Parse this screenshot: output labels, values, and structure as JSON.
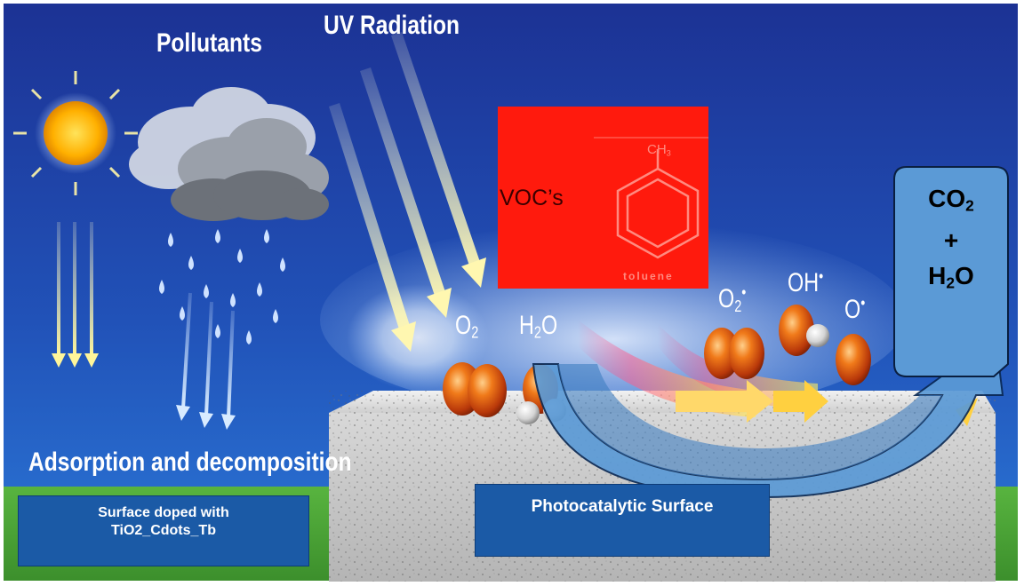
{
  "labels": {
    "pollutants": "Pollutants",
    "uv": "UV Radiation",
    "adsorption": "Adsorption and decomposition",
    "vocs": "VOC’s",
    "molecule_group": "CH",
    "molecule_group_sub": "3",
    "molecule_name": "toluene"
  },
  "species": {
    "o2": {
      "base": "O",
      "sub": "2"
    },
    "h2o": {
      "base": "H",
      "sub": "2",
      "tail": "O"
    },
    "o2_radical": {
      "base": "O",
      "sub": "2",
      "sup": "•"
    },
    "oh_radical": {
      "base": "OH",
      "sup": "•"
    },
    "o_radical": {
      "base": "O",
      "sup": "•"
    }
  },
  "product": {
    "line1": {
      "base": "CO",
      "sub": "2"
    },
    "plus": "+",
    "line2": {
      "base": "H",
      "sub": "2",
      "tail": "O"
    }
  },
  "boxes": {
    "doped_line1": "Surface doped with",
    "doped_line2": "TiO2_Cdots_Tb",
    "surface": "Photocatalytic Surface"
  },
  "colors": {
    "sky_top": "#1c3a9a",
    "sky_bottom": "#2a6ad0",
    "voc_red": "#ff1a0d",
    "box_blue": "#1b5aa6",
    "arrow_blue": "#5b9ad6",
    "grass": "#4fa83a"
  },
  "icons": [
    "sun-icon",
    "cloud-icon",
    "rain-icon",
    "uv-ray-icon",
    "molecule-icon",
    "reaction-arrow-icon"
  ]
}
